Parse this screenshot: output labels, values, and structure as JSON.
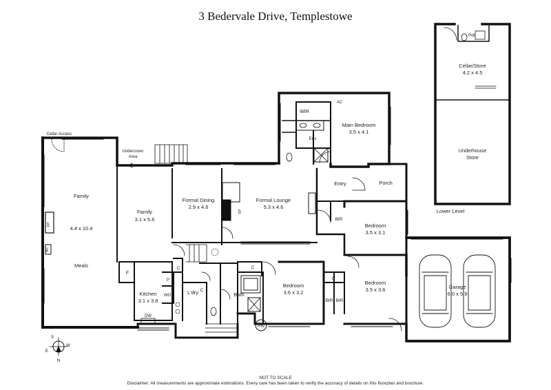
{
  "title": "3 Bedervale Drive, Templestowe",
  "rooms": {
    "cellar_access": "Cellar Access",
    "undercover": [
      "Undercover",
      "Area"
    ],
    "family_left": "Family",
    "family_left_dim": "4.4 x 10.4",
    "meals": "Meals",
    "family_mid": "Family",
    "family_mid_dim": "3.1 x 5.6",
    "formal_dining": "Formal Dining",
    "formal_dining_dim": "2.9 x 4.6",
    "formal_lounge": "Formal Lounge",
    "formal_lounge_dim": "5.3 x 4.6",
    "wir": "WIR",
    "ac": "AC",
    "main_bedroom": "Main Bedroom",
    "main_bedroom_dim": "3.5 x 4.1",
    "ens": "Ens",
    "entry": "Entry",
    "porch": "Porch",
    "bir": "BIR",
    "bedroom_a": "Bedroom",
    "bedroom_a_dim": "3.5 x 3.1",
    "bedroom_b": "Bedroom",
    "bedroom_b_dim": "3.6 x 3.2",
    "bedroom_c": "Bedroom",
    "bedroom_c_dim": "3.5 x 3.6",
    "kitchen": "Kitchen",
    "kitchen_dim": "3.1 x 3.8",
    "f": "F",
    "p": "P",
    "wo": "WO",
    "dw": "DW",
    "c": "C",
    "ldry": "L'dry",
    "bath": "Bath",
    "hw": "HW",
    "fp": "FP",
    "pdr": "Pdr",
    "cellar_store": "Cellar/Store",
    "cellar_store_dim": "4.2 x 4.5",
    "underhouse": [
      "Underhouse",
      "Store"
    ],
    "lower_level": "Lower Level",
    "garage": "Garage",
    "garage_dim": "6.0 x 5.9"
  },
  "compass": {
    "s": "S",
    "w": "W",
    "e": "E",
    "n": "N"
  },
  "footer": {
    "scale": "NOT TO SCALE",
    "disclaimer": "Disclaimer: All measurements are approximate estimations. Every care has been taken to verify the accuracy of details on this floorplan and brochure."
  }
}
